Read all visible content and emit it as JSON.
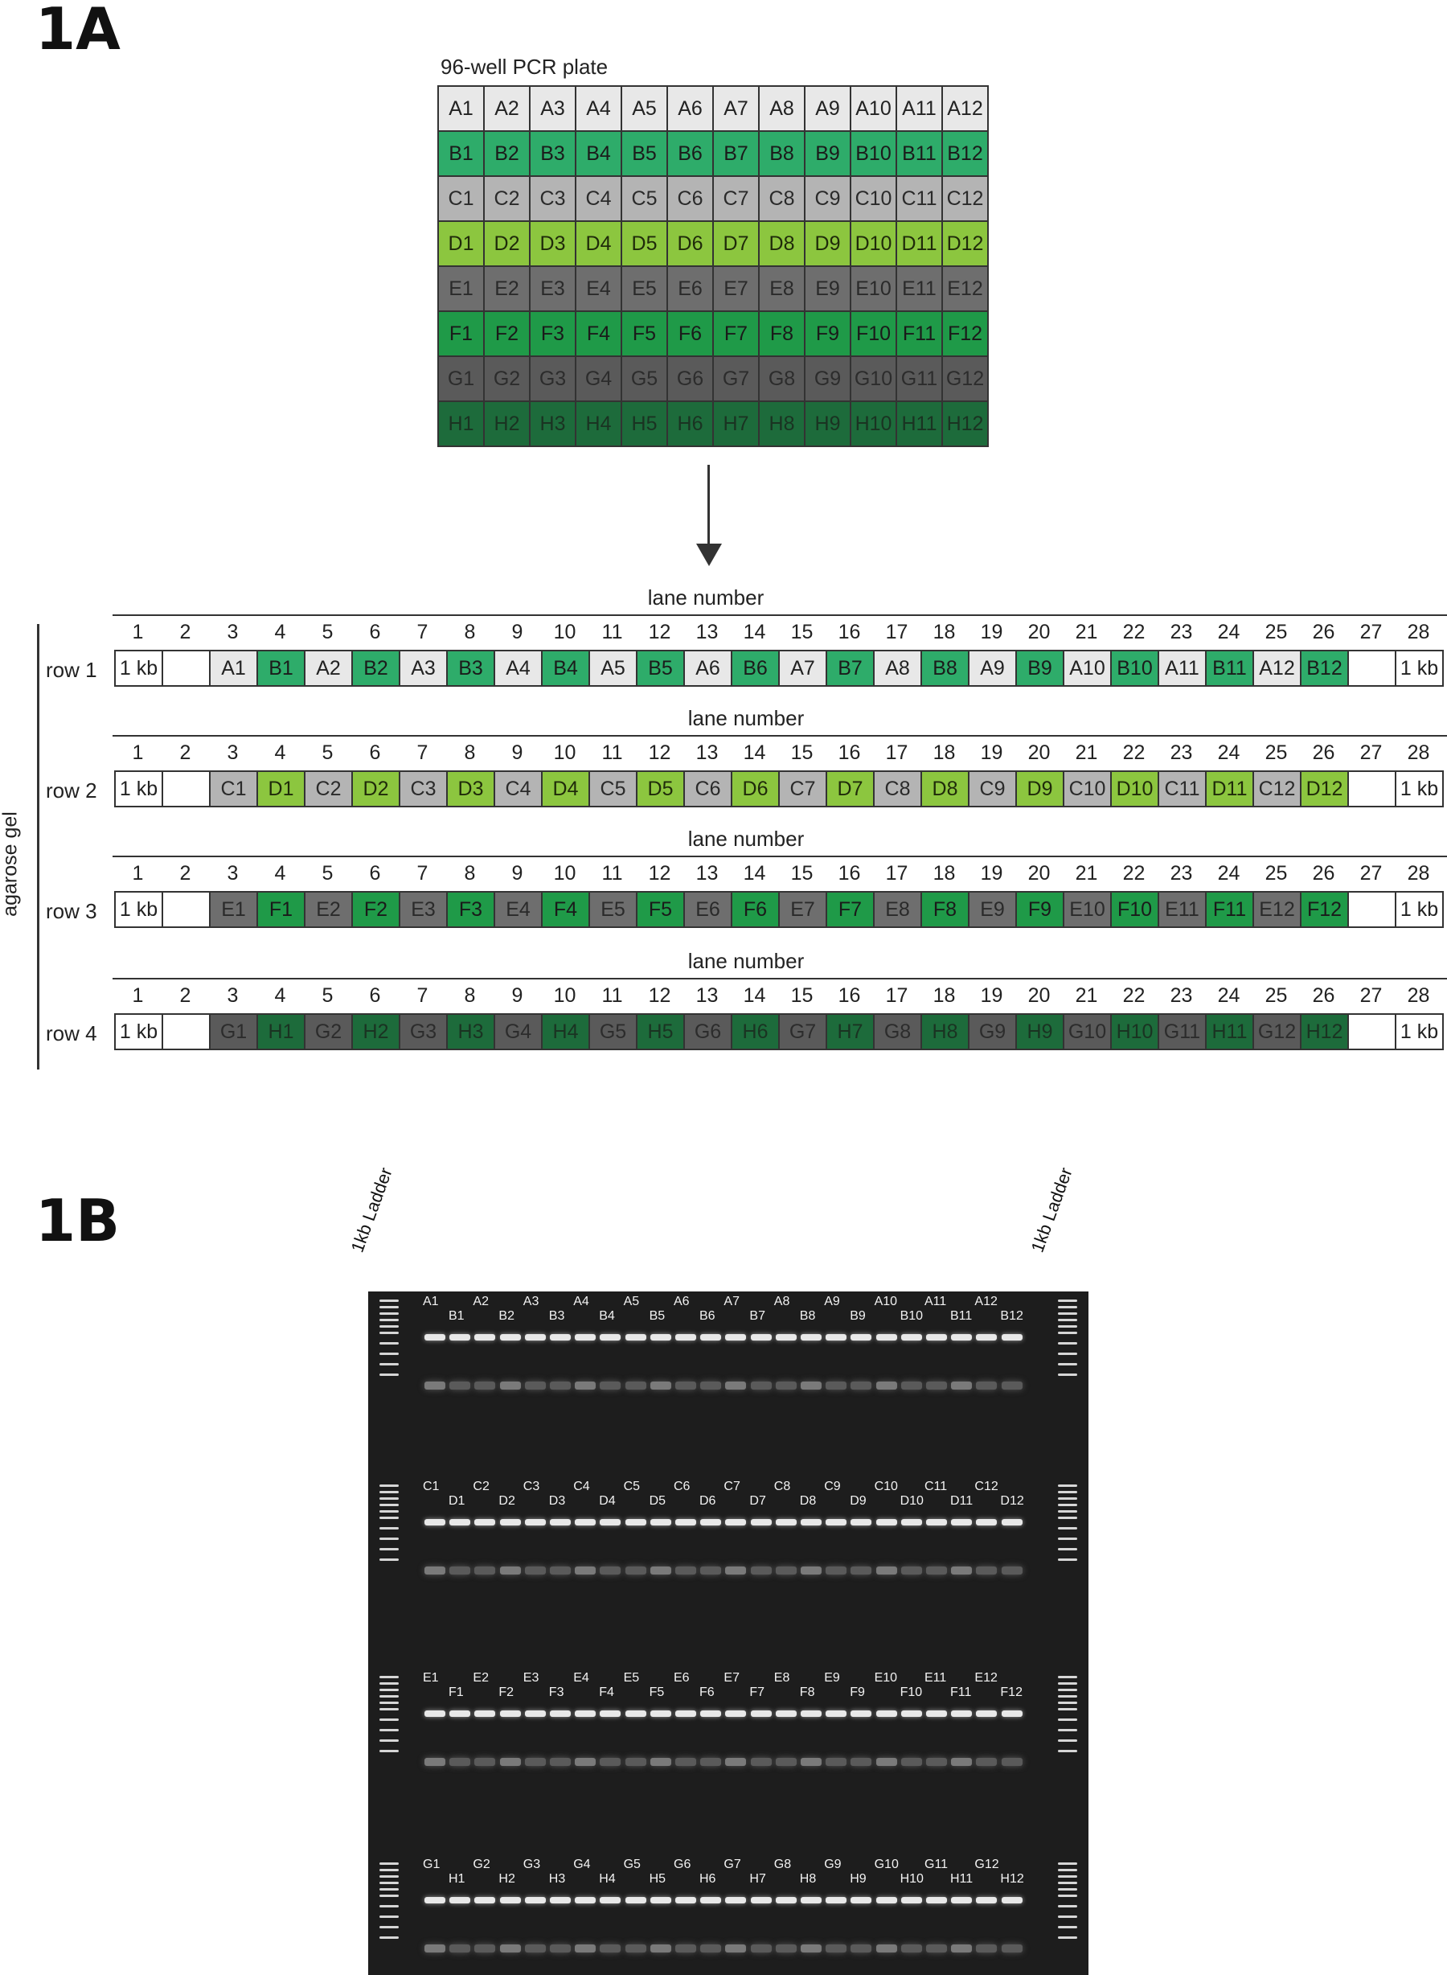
{
  "panel_a_label": "1A",
  "panel_b_label": "1B",
  "plate": {
    "title": "96-well PCR plate",
    "rows": [
      "A",
      "B",
      "C",
      "D",
      "E",
      "F",
      "G",
      "H"
    ],
    "row_colors": {
      "A": "#e8e8e8",
      "B": "#2eac6a",
      "C": "#b4b4b4",
      "D": "#8cc63f",
      "E": "#6e6e6e",
      "F": "#1f9a48",
      "G": "#5a5a5a",
      "H": "#1d6b3b"
    },
    "row_text_colors": {
      "A": "#222",
      "B": "#1b1b1b",
      "C": "#2a2a2a",
      "D": "#1f2a0a",
      "E": "#2a2a2a",
      "F": "#1a1a1a",
      "G": "#2c2c2c",
      "H": "#1a3322"
    }
  },
  "gel_layout": {
    "side_label": "agarose gel",
    "lane_title": "lane number",
    "ladder_text": "1 kb",
    "rows": [
      {
        "label": "row 1",
        "odd_row": "A",
        "even_row": "B"
      },
      {
        "label": "row 2",
        "odd_row": "C",
        "even_row": "D"
      },
      {
        "label": "row 3",
        "odd_row": "E",
        "even_row": "F"
      },
      {
        "label": "row 4",
        "odd_row": "G",
        "even_row": "H"
      }
    ],
    "lane_count": 28
  },
  "gel_photo": {
    "ladder_label": "1kb Ladder",
    "rows": [
      {
        "top": [
          "A1",
          "A2",
          "A3",
          "A4",
          "A5",
          "A6",
          "A7",
          "A8",
          "A9",
          "A10",
          "A11",
          "A12"
        ],
        "bottom": [
          "B1",
          "B2",
          "B3",
          "B4",
          "B5",
          "B6",
          "B7",
          "B8",
          "B9",
          "B10",
          "B11",
          "B12"
        ]
      },
      {
        "top": [
          "C1",
          "C2",
          "C3",
          "C4",
          "C5",
          "C6",
          "C7",
          "C8",
          "C9",
          "C10",
          "C11",
          "C12"
        ],
        "bottom": [
          "D1",
          "D2",
          "D3",
          "D4",
          "D5",
          "D6",
          "D7",
          "D8",
          "D9",
          "D10",
          "D11",
          "D12"
        ]
      },
      {
        "top": [
          "E1",
          "E2",
          "E3",
          "E4",
          "E5",
          "E6",
          "E7",
          "E8",
          "E9",
          "E10",
          "E11",
          "E12"
        ],
        "bottom": [
          "F1",
          "F2",
          "F3",
          "F4",
          "F5",
          "F6",
          "F7",
          "F8",
          "F9",
          "F10",
          "F11",
          "F12"
        ]
      },
      {
        "top": [
          "G1",
          "G2",
          "G3",
          "G4",
          "G5",
          "G6",
          "G7",
          "G8",
          "G9",
          "G10",
          "G11",
          "G12"
        ],
        "bottom": [
          "H1",
          "H2",
          "H3",
          "H4",
          "H5",
          "H6",
          "H7",
          "H8",
          "H9",
          "H10",
          "H11",
          "H12"
        ]
      }
    ]
  }
}
